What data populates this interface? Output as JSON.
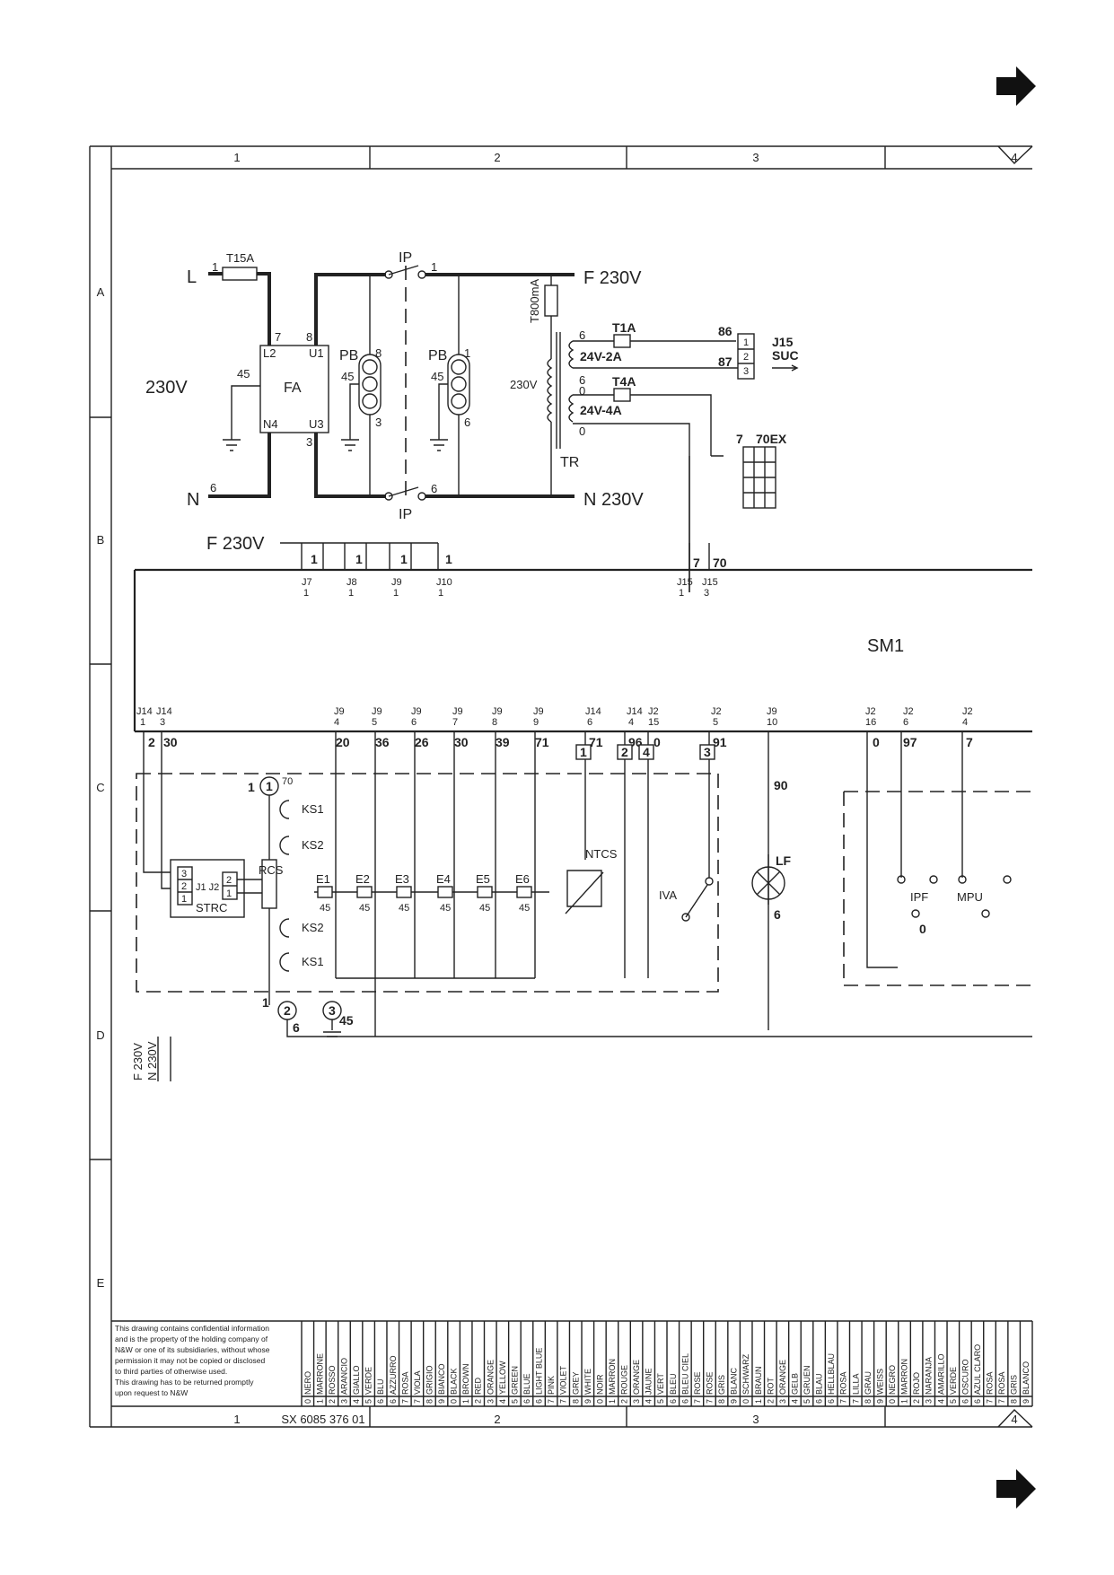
{
  "frame": {
    "columns": [
      "1",
      "2",
      "3",
      "4"
    ],
    "rows": [
      "A",
      "B",
      "C",
      "D",
      "E"
    ],
    "doc_number": "SX 6085 376 01"
  },
  "power": {
    "L": "L",
    "N": "N",
    "fuse_main": "T15A",
    "voltage_left": "230V",
    "f_out": "F 230V",
    "n_out": "N 230V",
    "fuse_tr": "T800mA",
    "tr_label": "TR",
    "tr_primary": "230V",
    "sec1": "24V-2A",
    "sec2": "24V-4A",
    "fuse_t1": "T1A",
    "fuse_t4": "T4A"
  },
  "components": {
    "FA": "FA",
    "PB": "PB",
    "IP": "IP",
    "J15": "J15",
    "SUC": "SUC",
    "EX": "70EX",
    "SM1": "SM1",
    "STRC": "STRC",
    "RCS": "RCS",
    "NTCS": "NTCS",
    "IVA": "IVA",
    "LF": "LF",
    "IPF": "IPF",
    "MPU": "MPU",
    "KS1": "KS1",
    "KS2": "KS2",
    "heaters": [
      "E1",
      "E2",
      "E3",
      "E4",
      "E5",
      "E6"
    ]
  },
  "terminals": {
    "bus_top": [
      "J7 1",
      "J8 1",
      "J9 1",
      "J10 1",
      "J15 1",
      "J15 3"
    ],
    "bus_bottom": [
      "J14 1",
      "J14 3",
      "J9 4",
      "J9 5",
      "J9 6",
      "J9 7",
      "J9 8",
      "J9 9",
      "J14 6",
      "J14 4",
      "J2 15",
      "J2 5",
      "J9 10",
      "J2 16",
      "J2 6",
      "J2 4"
    ],
    "wires_bottom": [
      "2",
      "30",
      "20",
      "36",
      "26",
      "30",
      "39",
      "71",
      "71",
      "96",
      "0",
      "91",
      "0",
      "97",
      "7"
    ]
  },
  "legend": {
    "note": [
      "This drawing contains confidential information",
      "and is the property of the holding company of",
      "N&W or one of its subsidiaries, without whose",
      "permission it may not be copied or disclosed",
      "to third parties of otherwise used.",
      "This drawing has to be returned promptly",
      "upon request to N&W"
    ],
    "codes": [
      [
        "0",
        "NERO"
      ],
      [
        "1",
        "MARRONE"
      ],
      [
        "2",
        "ROSSO"
      ],
      [
        "3",
        "ARANCIO"
      ],
      [
        "4",
        "GIALLO"
      ],
      [
        "5",
        "VERDE"
      ],
      [
        "6",
        "BLU"
      ],
      [
        "6",
        "AZZURRO"
      ],
      [
        "7",
        "ROSA"
      ],
      [
        "7",
        "VIOLA"
      ],
      [
        "8",
        "GRIGIO"
      ],
      [
        "9",
        "BIANCO"
      ],
      [
        "0",
        "BLACK"
      ],
      [
        "1",
        "BROWN"
      ],
      [
        "2",
        "RED"
      ],
      [
        "3",
        "ORANGE"
      ],
      [
        "4",
        "YELLOW"
      ],
      [
        "5",
        "GREEN"
      ],
      [
        "6",
        "BLUE"
      ],
      [
        "6",
        "LIGHT BLUE"
      ],
      [
        "7",
        "PINK"
      ],
      [
        "7",
        "VIOLET"
      ],
      [
        "8",
        "GREY"
      ],
      [
        "9",
        "WHITE"
      ],
      [
        "0",
        "NOIR"
      ],
      [
        "1",
        "MARRON"
      ],
      [
        "2",
        "ROUGE"
      ],
      [
        "3",
        "ORANGE"
      ],
      [
        "4",
        "JAUNE"
      ],
      [
        "5",
        "VERT"
      ],
      [
        "6",
        "BLEU"
      ],
      [
        "6",
        "BLEU CIEL"
      ],
      [
        "7",
        "ROSE"
      ],
      [
        "7",
        "ROSE"
      ],
      [
        "8",
        "GRIS"
      ],
      [
        "9",
        "BLANC"
      ],
      [
        "0",
        "SCHWARZ"
      ],
      [
        "1",
        "BRAUN"
      ],
      [
        "2",
        "ROT"
      ],
      [
        "3",
        "ORANGE"
      ],
      [
        "4",
        "GELB"
      ],
      [
        "5",
        "GRUEN"
      ],
      [
        "6",
        "BLAU"
      ],
      [
        "6",
        "HELLBLAU"
      ],
      [
        "7",
        "ROSA"
      ],
      [
        "7",
        "LILLA"
      ],
      [
        "8",
        "GRAU"
      ],
      [
        "9",
        "WEISS"
      ],
      [
        "0",
        "NEGRO"
      ],
      [
        "1",
        "MARRON"
      ],
      [
        "2",
        "ROJO"
      ],
      [
        "3",
        "NARANJA"
      ],
      [
        "4",
        "AMARILLO"
      ],
      [
        "5",
        "VERDE"
      ],
      [
        "6",
        "OSCURO"
      ],
      [
        "6",
        "AZUL CLARO"
      ],
      [
        "7",
        "ROSA"
      ],
      [
        "7",
        "ROSA"
      ],
      [
        "8",
        "GRIS"
      ],
      [
        "9",
        "BLANCO"
      ]
    ]
  }
}
